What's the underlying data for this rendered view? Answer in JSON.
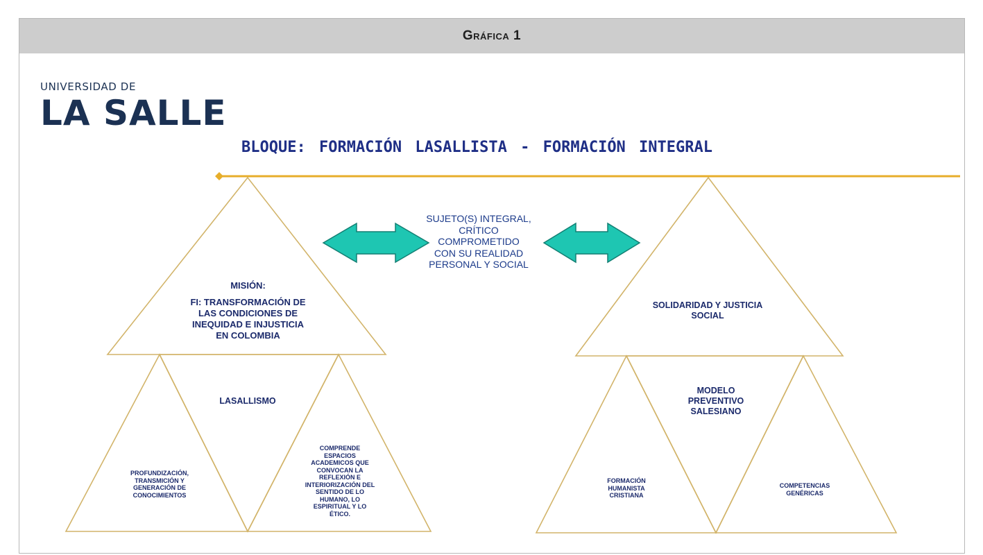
{
  "header": {
    "title": "Gráfica 1"
  },
  "logo": {
    "line1": "UNIVERSIDAD DE",
    "line2": "LA SALLE"
  },
  "block_title": "BLOQUE:  FORMACIÓN  LASALLISTA  -  FORMACIÓN  INTEGRAL",
  "center": {
    "text_lines": [
      "SUJETO(S) INTEGRAL,",
      "CRÍTICO",
      "COMPROMETIDO",
      "CON SU REALIDAD",
      "PERSONAL Y SOCIAL"
    ]
  },
  "left_group": {
    "top": {
      "heading": "MISIÓN:",
      "lines": [
        "FI: TRANSFORMACIÓN DE",
        "LAS CONDICIONES DE",
        "INEQUIDAD E INJUSTICIA",
        "EN COLOMBIA"
      ]
    },
    "middle": "LASALLISMO",
    "bottom_left": [
      "PROFUNDIZACIÓN,",
      "TRANSMICIÓN Y",
      "GENERACIÓN DE",
      "CONOCIMIENTOS"
    ],
    "bottom_right": [
      "COMPRENDE",
      "ESPACIOS",
      "ACADEMICOS QUE",
      "CONVOCAN LA",
      "REFLEXIÓN E",
      "INTERIORIZACIÓN DEL",
      "SENTIDO DE LO",
      "HUMANO, LO",
      "ESPIRITUAL Y LO",
      "ÉTICO."
    ]
  },
  "right_group": {
    "top": [
      "SOLIDARIDAD Y JUSTICIA",
      "SOCIAL"
    ],
    "middle": [
      "MODELO",
      "PREVENTIVO",
      "SALESIANO"
    ],
    "bottom_left": [
      "FORMACIÓN",
      "HUMANISTA",
      "CRISTIANA"
    ],
    "bottom_right": [
      "COMPETENCIAS",
      "GENÉRICAS"
    ]
  },
  "colors": {
    "gold": "#e7ae2b",
    "triangle_stroke": "#d2b46a",
    "arrow_fill": "#1ec6b2",
    "arrow_stroke": "#137f73",
    "navy": "#1b3153",
    "title_blue": "#1f2f86",
    "header_bg": "#cdcdcd"
  }
}
